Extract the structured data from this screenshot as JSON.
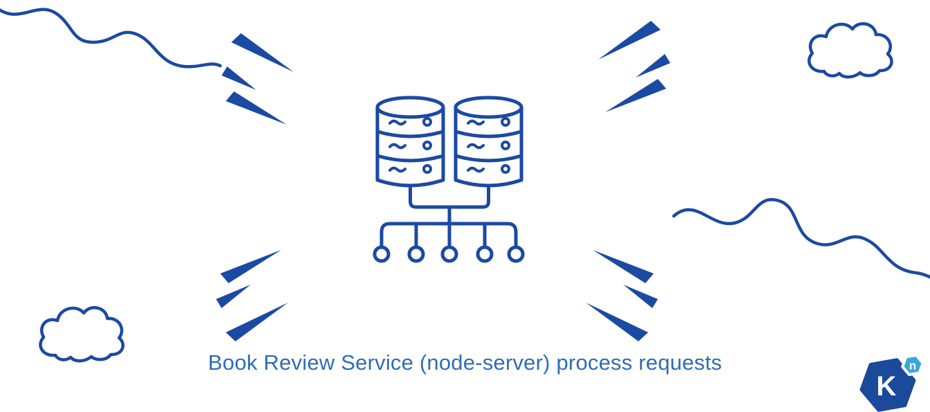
{
  "colors": {
    "ink": "#1b4aa2",
    "caption": "#2e6db8",
    "logo_primary": "#1b4a9b",
    "logo_accent": "#3aa7db"
  },
  "caption": {
    "text": "Book Review Service (node-server) process requests"
  },
  "logo": {
    "name": "knative-logo",
    "primary_letter": "K",
    "accent_letter": "n"
  },
  "illustration": {
    "icons": [
      "database-icon",
      "database-icon",
      "node-fanout-icon",
      "cloud-icon",
      "cloud-icon",
      "squiggle-line-icon",
      "squiggle-line-icon",
      "sparkle-marks-icon",
      "sparkle-marks-icon",
      "sparkle-marks-icon",
      "sparkle-marks-icon"
    ]
  }
}
